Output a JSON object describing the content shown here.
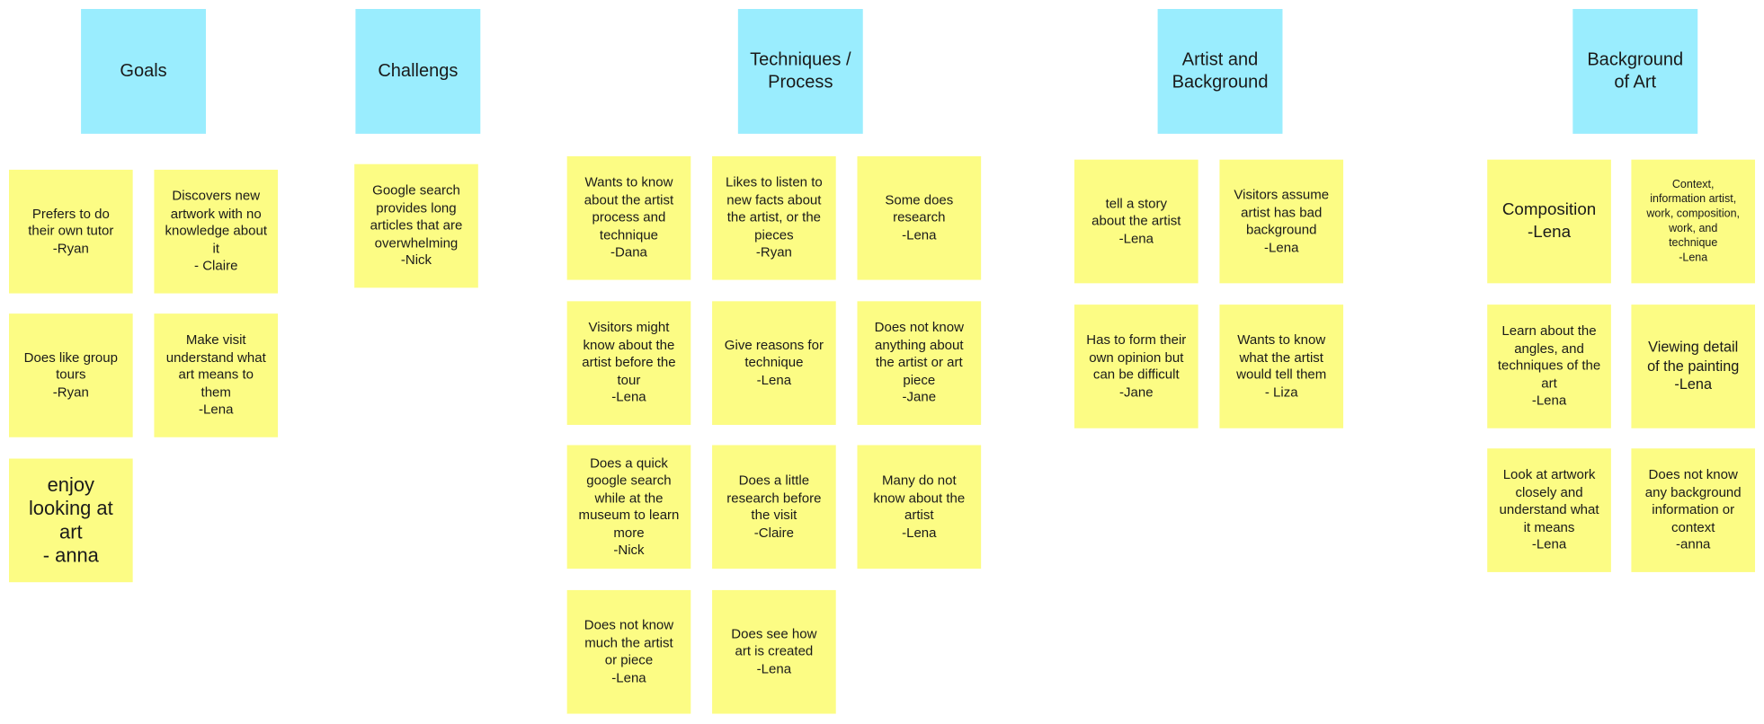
{
  "columns": [
    {
      "header": "Goals",
      "notes": [
        "Prefers to do\ntheir own tutor\n-Ryan",
        "Discovers new\nartwork with no\nknowledge about\nit\n- Claire",
        "Does like group\ntours\n-Ryan",
        "Make visit\nunderstand what\nart means to\nthem\n-Lena",
        "enjoy\nlooking at\nart\n- anna"
      ]
    },
    {
      "header": "Challengs",
      "notes": [
        "Google search\nprovides long\narticles that are\noverwhelming\n-Nick"
      ]
    },
    {
      "header": "Techniques /\nProcess",
      "notes": [
        "Wants to know\nabout the artist\nprocess and\ntechnique\n-Dana",
        "Likes to listen to\nnew facts about\nthe artist, or the\npieces\n-Ryan",
        "Some does\nresearch\n-Lena",
        "Visitors might\nknow about the\nartist before the\ntour\n-Lena",
        "Give reasons for\ntechnique\n-Lena",
        "Does not know\nanything about\nthe artist or art\npiece\n-Jane",
        "Does a quick\ngoogle search\nwhile at the\nmuseum to learn\nmore\n-Nick",
        "Does a little\nresearch before\nthe visit\n-Claire",
        "Many do not\nknow about the\nartist\n-Lena",
        "Does not know\nmuch the artist\nor piece\n-Lena",
        "Does see how\nart is created\n-Lena"
      ]
    },
    {
      "header": "Artist and\nBackground",
      "notes": [
        "tell a story\nabout the artist\n-Lena",
        "Visitors assume\nartist has bad\nbackground\n-Lena",
        "Has to form their\nown opinion but\ncan be difficult\n-Jane",
        "Wants to know\nwhat the artist\nwould tell them\n- Liza"
      ]
    },
    {
      "header": "Background\nof Art",
      "notes": [
        "Composition\n-Lena",
        "Context,\ninformation artist,\nwork, composition,\nwork, and\ntechnique\n-Lena",
        "Learn about the\nangles, and\ntechniques of the\nart\n-Lena",
        "Viewing detail\nof the painting\n-Lena",
        "Look at artwork\nclosely and\nunderstand what\nit means\n-Lena",
        "Does not know\nany background\ninformation or\ncontext\n-anna"
      ]
    }
  ],
  "colors": {
    "header": "#9aedfe",
    "sticky": "#fcfc84"
  }
}
